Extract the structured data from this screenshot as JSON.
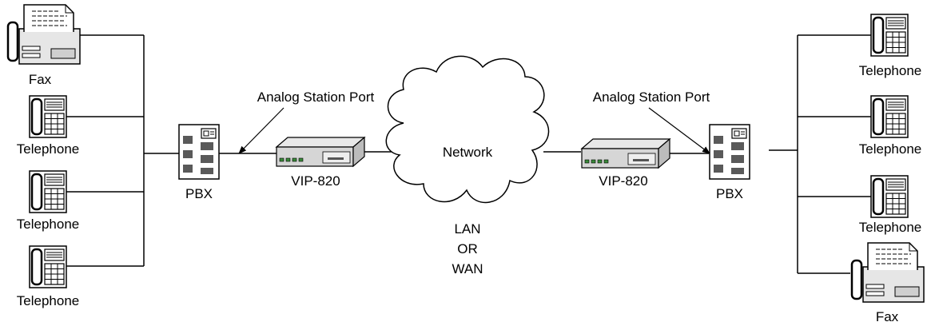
{
  "left": {
    "devices": [
      {
        "label": "Fax",
        "icon": "fax-icon"
      },
      {
        "label": "Telephone",
        "icon": "telephone-icon"
      },
      {
        "label": "Telephone",
        "icon": "telephone-icon"
      },
      {
        "label": "Telephone",
        "icon": "telephone-icon"
      }
    ],
    "pbx_label": "PBX",
    "gateway_label": "VIP-820",
    "port_label": "Analog Station Port"
  },
  "right": {
    "devices": [
      {
        "label": "Telephone",
        "icon": "telephone-icon"
      },
      {
        "label": "Telephone",
        "icon": "telephone-icon"
      },
      {
        "label": "Telephone",
        "icon": "telephone-icon"
      },
      {
        "label": "Fax",
        "icon": "fax-icon"
      }
    ],
    "pbx_label": "PBX",
    "gateway_label": "VIP-820",
    "port_label": "Analog Station Port"
  },
  "network": {
    "label": "Network",
    "lan": "LAN",
    "or": "OR",
    "wan": "WAN"
  },
  "colors": {
    "led": "#3a8a3a",
    "gateway_front": "#d6d6d6",
    "gateway_top": "#e8e8e8",
    "fax_body": "#e6e6e6"
  }
}
